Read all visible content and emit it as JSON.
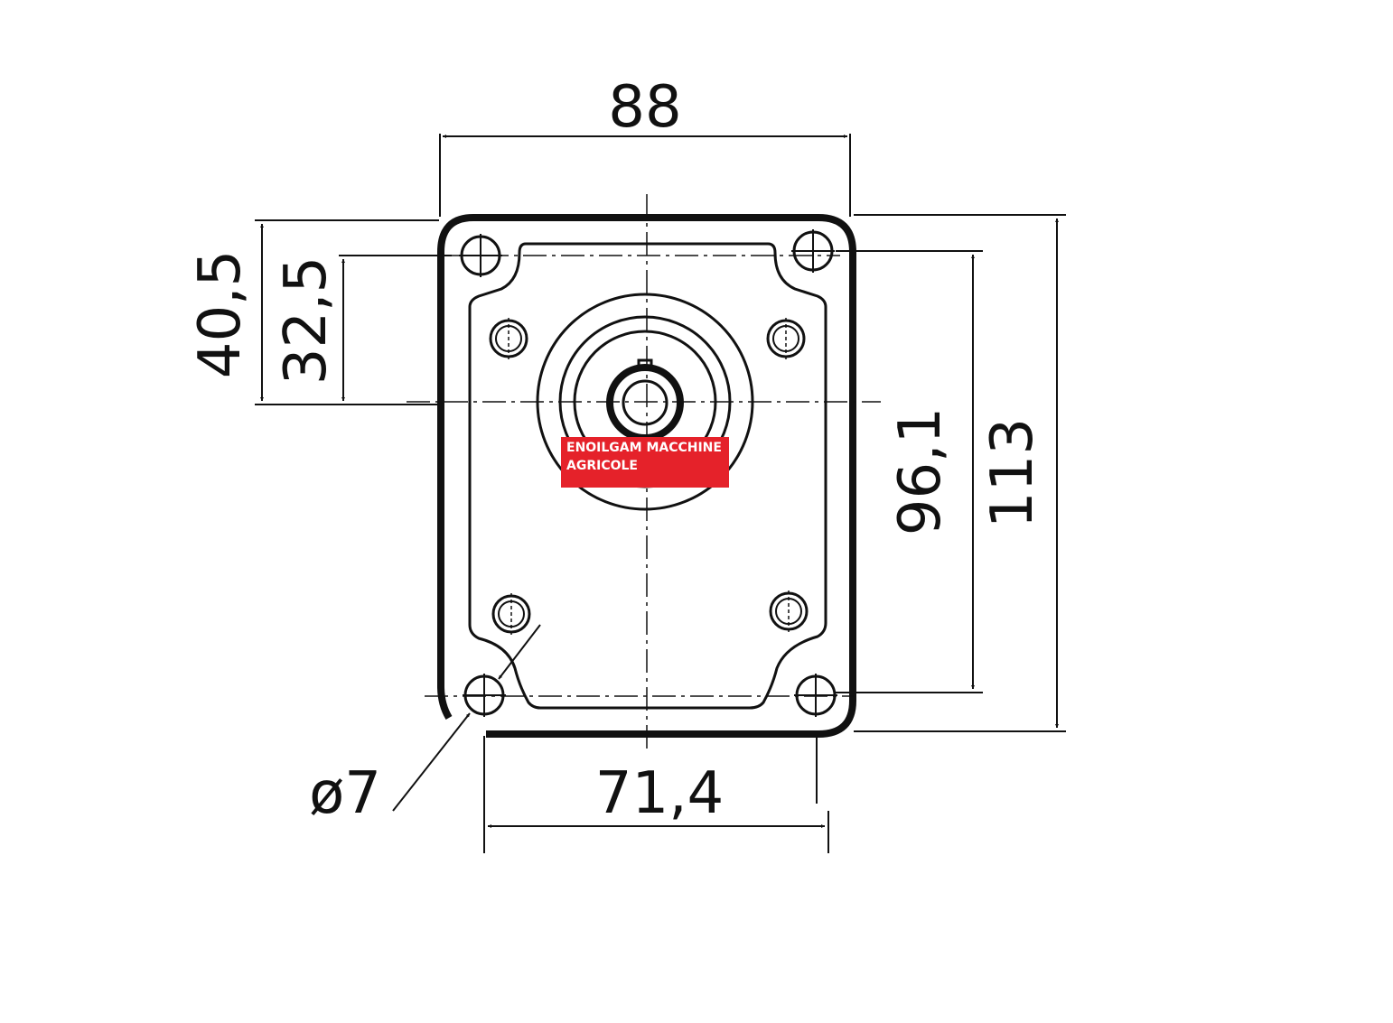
{
  "diagram": {
    "dimensions": {
      "width_overall": "88",
      "height_overall": "113",
      "hole_pitch_vertical": "96,1",
      "hole_pitch_horizontal": "71,4",
      "offset_outer": "40,5",
      "offset_inner": "32,5",
      "hole_diameter": "ø7"
    },
    "watermark": {
      "line1": "ENOILGAM MACCHINE",
      "line2": "AGRICOLE",
      "color": "#e5222a"
    }
  }
}
